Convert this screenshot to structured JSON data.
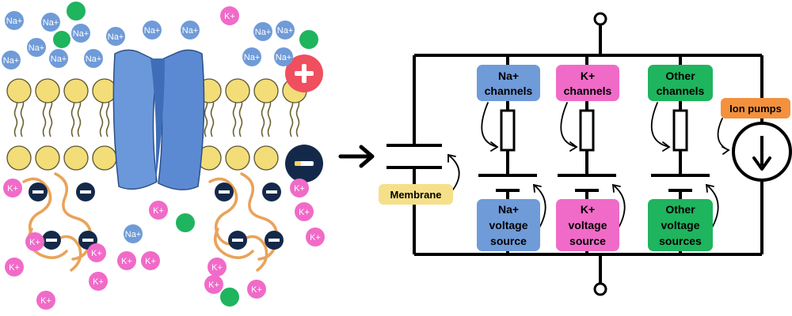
{
  "ions": {
    "na": "Na+",
    "k": "K+"
  },
  "charges": {
    "plus": "+",
    "minus": "−"
  },
  "circuit": {
    "na_channels": [
      "Na+",
      "channels"
    ],
    "k_channels": [
      "K+",
      "channels"
    ],
    "other_channels": [
      "Other",
      "channels"
    ],
    "ion_pumps": "Ion pumps",
    "membrane": "Membrane",
    "na_source": [
      "Na+",
      "voltage",
      "source"
    ],
    "k_source": [
      "K+",
      "voltage",
      "source"
    ],
    "other_sources": [
      "Other",
      "voltage",
      "sources"
    ]
  },
  "colors": {
    "na": "#6f9bd8",
    "k": "#f06bc8",
    "other": "#1fb45e",
    "pump": "#f3913f",
    "membrane": "#f5e08a",
    "lipid": "#f3dd78",
    "channel_protein": "#5d8fd6",
    "plus_badge": "#ef4f5f",
    "negative": "#14294a",
    "wire": "#000000"
  }
}
